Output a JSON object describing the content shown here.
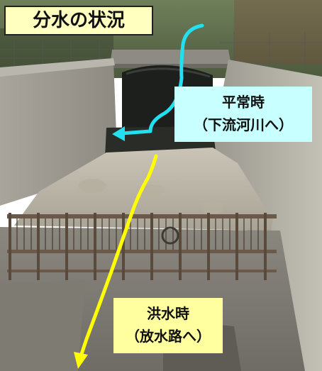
{
  "title": "分水の状況",
  "normal_label": {
    "line1": "平常時",
    "line2": "（下流河川へ）"
  },
  "flood_label": {
    "line1": "洪水時",
    "line2": "（放水路へ）"
  },
  "colors": {
    "normal_flow_arrow": "#22e0f0",
    "flood_flow_arrow": "#ffff00",
    "title_background": "#ffffc0",
    "normal_label_background": "#c8ffff",
    "flood_label_background": "#ffffa0"
  }
}
